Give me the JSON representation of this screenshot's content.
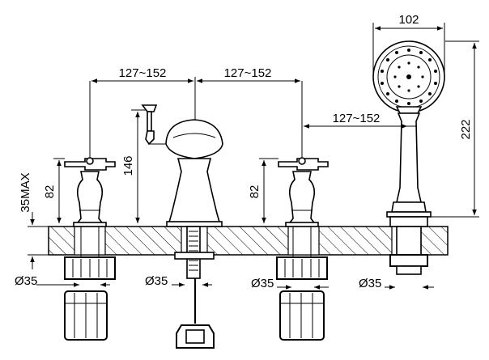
{
  "dimensions": {
    "spacing_left": "127~152",
    "spacing_middle": "127~152",
    "spacing_right": "127~152",
    "handshower_width": "102",
    "handshower_height": "222",
    "spout_height": "146",
    "handle_left_height": "82",
    "handle_right_height": "82",
    "deck_thickness_max": "35MAX",
    "hole_1": "Ø35",
    "hole_2": "Ø35",
    "hole_3": "Ø35",
    "hole_4": "Ø35"
  }
}
